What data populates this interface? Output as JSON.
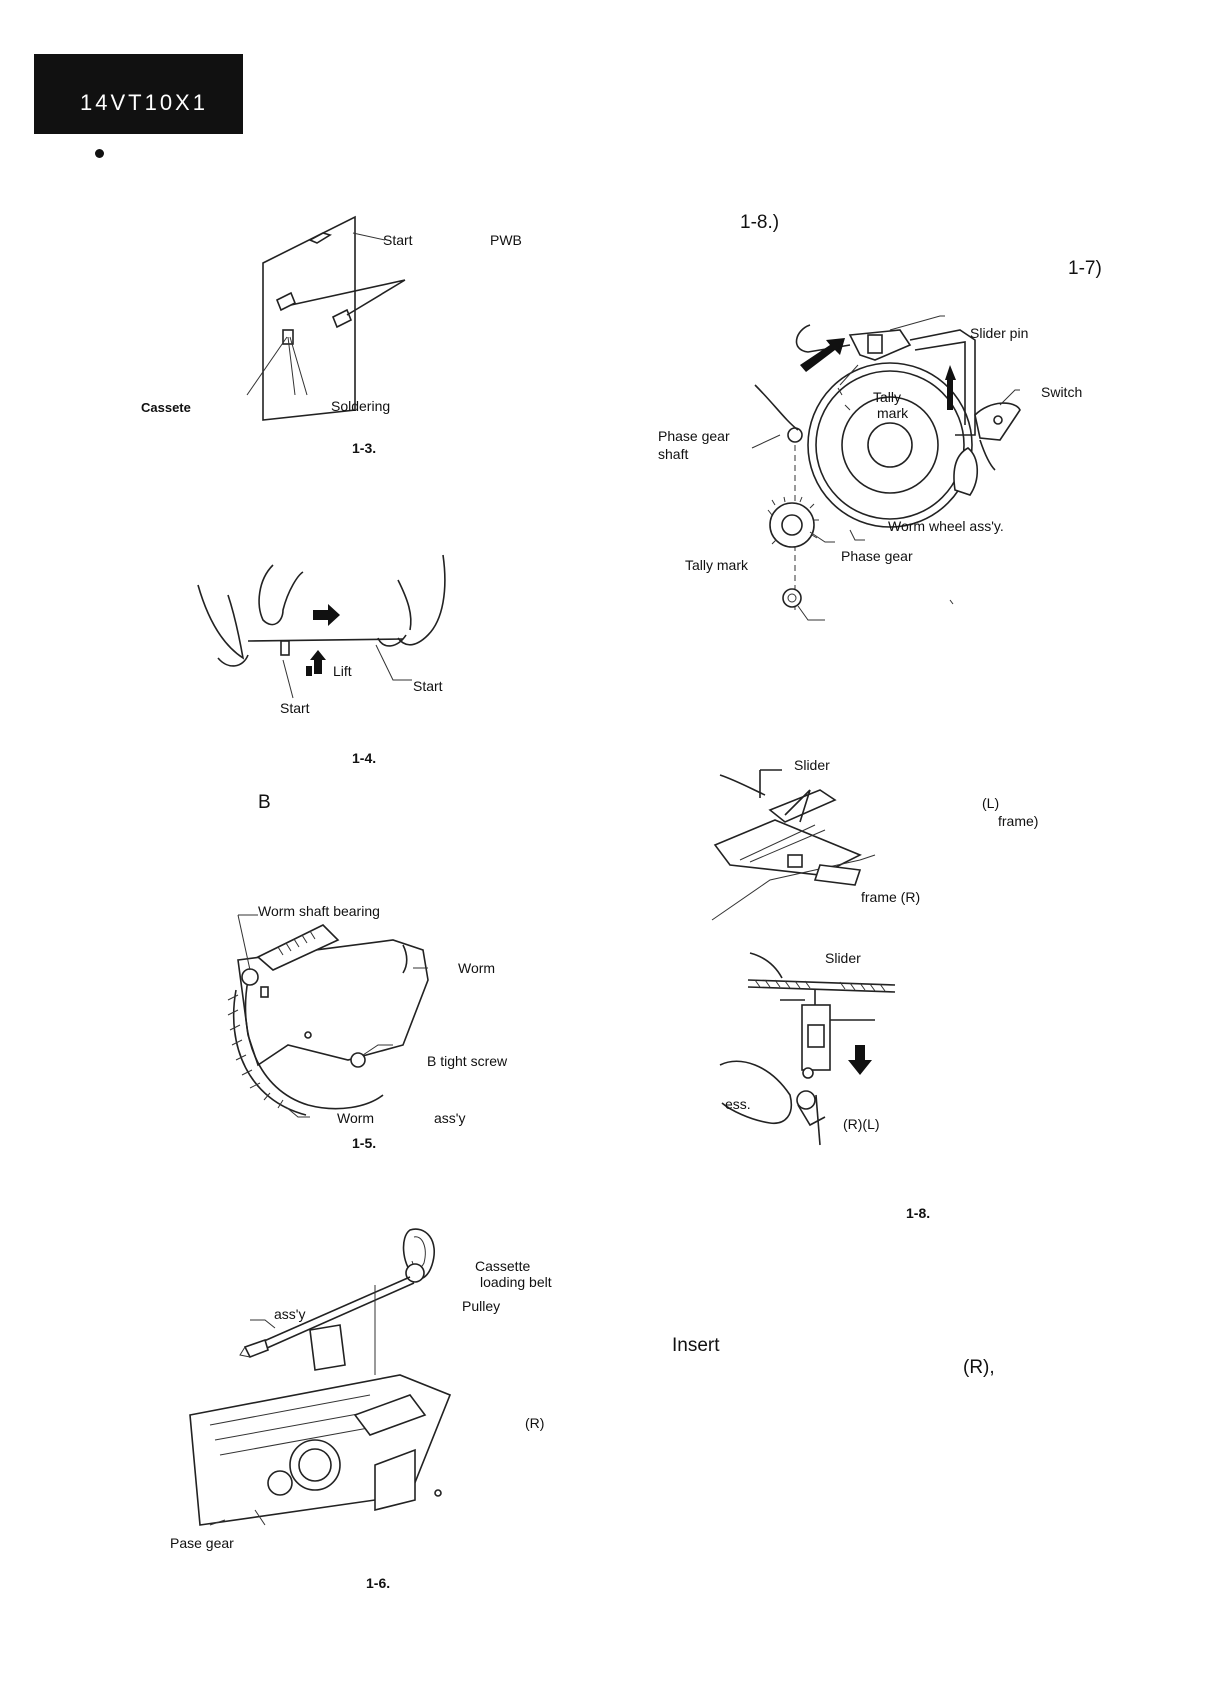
{
  "header": {
    "model": "14VT10X1"
  },
  "fig13": {
    "caption": "1-3.",
    "start": "Start",
    "pwb": "PWB",
    "cassete": "Cassete",
    "soldering": "Soldering"
  },
  "fig14": {
    "caption": "1-4.",
    "lift": "Lift",
    "start_right": "Start",
    "start_bottom": "Start"
  },
  "text_b": "B",
  "fig15": {
    "caption": "1-5.",
    "worm_shaft_bearing": "Worm shaft bearing",
    "worm": "Worm",
    "b_tight_screw": "B tight screw",
    "worm_bottom": "Worm",
    "assy": "ass'y"
  },
  "fig16": {
    "caption": "1-6.",
    "cassette_loading_belt_1": "Cassette",
    "cassette_loading_belt_2": "loading belt",
    "pulley": "Pulley",
    "assy": "ass'y",
    "r": "(R)",
    "pase_gear": "Pase gear"
  },
  "right_top": {
    "ref18": "1-8.)",
    "ref17": "1-7)"
  },
  "fig17": {
    "slider_pin": "Slider pin",
    "switch": "Switch",
    "tally_mark_1": "Tally",
    "tally_mark_2": "mark",
    "phase_gear_shaft_1": "Phase gear",
    "phase_gear_shaft_2": "shaft",
    "worm_wheel_assy": "Worm wheel ass'y.",
    "tally_mark_bottom": "Tally mark",
    "phase_gear": "Phase gear"
  },
  "fig18": {
    "caption": "1-8.",
    "slider_top": "Slider",
    "l": "(L)",
    "frame": "frame)",
    "frame_r": "frame (R)",
    "slider_mid": "Slider",
    "ess": "ess.",
    "rl": "(R)(L)"
  },
  "bottom_right": {
    "insert": "Insert",
    "r": "(R),"
  }
}
